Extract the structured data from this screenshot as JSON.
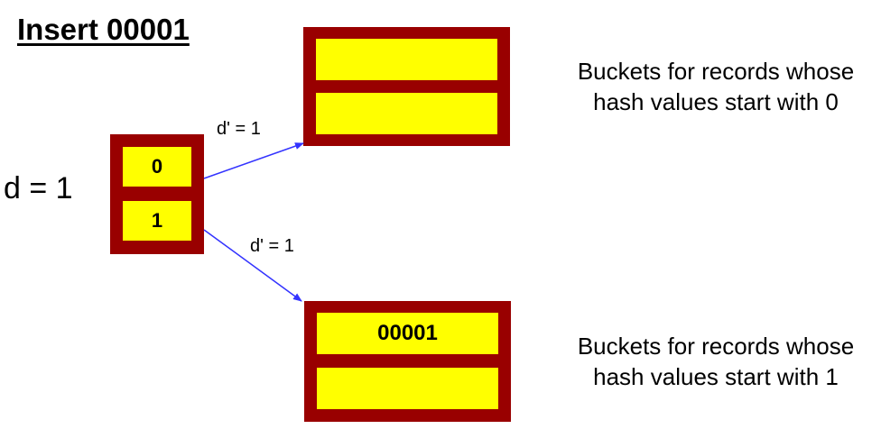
{
  "title": "Insert 00001",
  "global_depth_label": "d = 1",
  "directory": {
    "entries": [
      "0",
      "1"
    ]
  },
  "buckets": [
    {
      "local_depth_label": "d' = 1",
      "records": [
        "",
        ""
      ],
      "caption_line1": "Buckets for records whose",
      "caption_line2": "hash values start with 0"
    },
    {
      "local_depth_label": "d' = 1",
      "records": [
        "00001",
        ""
      ],
      "caption_line1": "Buckets for records whose",
      "caption_line2": "hash values start with 1"
    }
  ],
  "colors": {
    "border": "#990000",
    "fill": "#ffff00",
    "arrow": "#3333ff"
  }
}
